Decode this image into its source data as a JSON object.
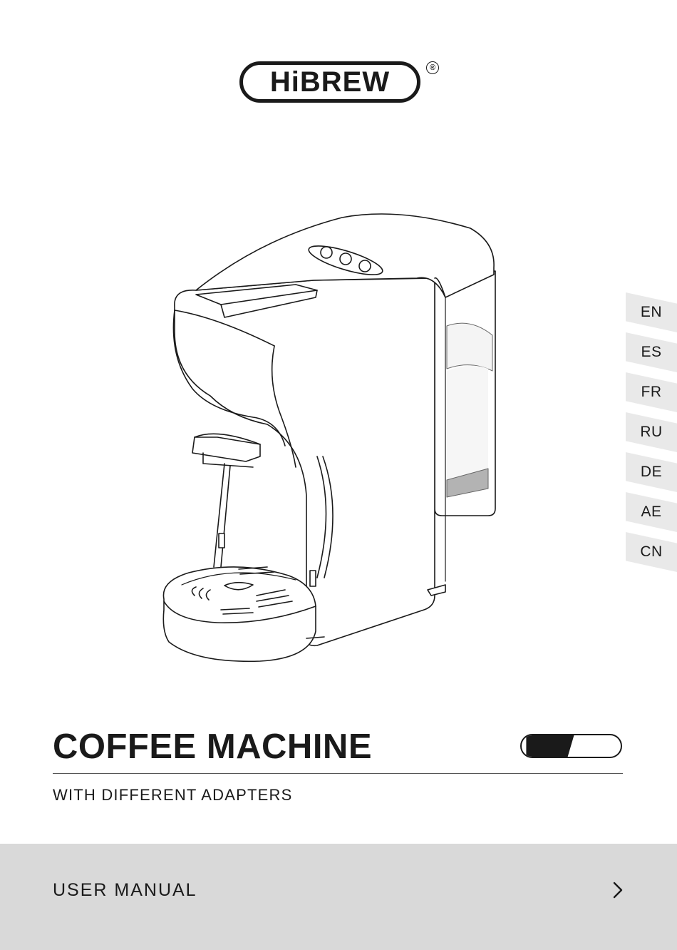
{
  "brand": {
    "name": "HiBREW",
    "registered_mark": "®"
  },
  "languages": [
    "EN",
    "ES",
    "FR",
    "RU",
    "DE",
    "AE",
    "CN"
  ],
  "product": {
    "title": "COFFEE MACHINE",
    "subtitle": "WITH DIFFERENT ADAPTERS"
  },
  "footer": {
    "label": "USER MANUAL",
    "arrow_icon": "chevron-right-icon"
  },
  "colors": {
    "ink": "#1a1a1a",
    "tab_bg": "#e9e9e9",
    "footer_bg": "#d9d9d9",
    "water": "#b3b3b3"
  }
}
